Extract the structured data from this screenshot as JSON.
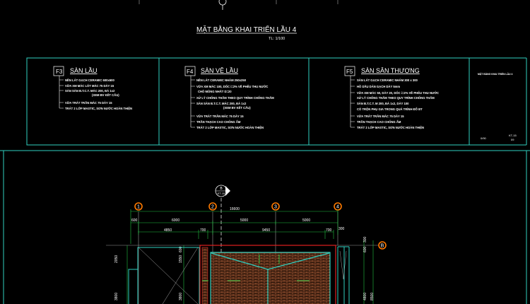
{
  "title": {
    "main": "MẶT BẰNG KHAI TRIỂN LẦU 4",
    "scale": "TL: 1/100"
  },
  "panels": [
    {
      "code": "F3",
      "heading": "SÀN LẦU",
      "items": [
        "NỀN LÁT GẠCH CERAMIC 600x600",
        "VỮA XM MÁC LÓT MÁC 75 DÀY 15",
        "SÀN SÀN B.T.C.T. MÁC 200, ĐÁ 1x2",
        "(XEM BV KẾT CẤU)",
        "VỮA TRÁT TRẦN MÁC 75 DÀY 15",
        "TRÁT 2 LỚP MASTIC, SƠN NƯỚC HOÀN THIỆN"
      ]
    },
    {
      "code": "F4",
      "heading": "SÀN VỆ LẦU",
      "items": [
        "NỀN LÁT CERAMIC NHÁM 250x250",
        "VỮA XM MÁC 100, DỐC i=2% VỀ PHỄU THU NƯỚC",
        "CHỖ MỎNG NHẤT D=20",
        "XỬ LÝ CHỐNG THẤM THEO QUY TRÌNH CHỐNG THẤM",
        "SÀN SÀN B.T.C.T. MÁC 200, ĐÁ 1x2",
        "(XEM BV KẾT CẤU)",
        "VỮA TRÁT TRẦN MÁC 75 DÀY 15",
        "TRẦN THẠCH CAO CHỐNG ẨM",
        "TRÁT 2 LỚP MASTIC, SƠN NƯỚC HOÀN THIỆN"
      ]
    },
    {
      "code": "F5",
      "heading": "SÀN SÂN THƯỢNG",
      "items": [
        "SÀN LÁT GẠCH CERAMIC NHÁM 300 x 300",
        "HỒ DẦU DÁN GẠCH DÀY 5mm",
        "VỮA XM MÁC 50, DÀY 20, DỐC i=2% VỀ PHỄU THU NƯỚC",
        "XỬ LÝ CHỐNG THẤM THEO QUY TRÌNH CHỐNG THẤM",
        "SÀN B.T.C.T. M 200, ĐÁ 1x2, DÀY 100",
        "CÓ TRỘN PHỤ GIA TRONG QUÁ TRÌNH ĐỔ BT",
        "VỮA TRÁT TRẦN MÁC 75 DÀY 15",
        "TRẦN THẠCH CAO CHỐNG ẨM",
        "TRÁT 2 LỚP MASTIC, SƠN NƯỚC HOÀN THIỆN"
      ]
    }
  ],
  "title_block": {
    "name": "MẶT BẰNG KHAI TRIỂN LẦU 4",
    "left": "0/90",
    "sheet": "KT-15",
    "sub": "09"
  },
  "section_mark": {
    "top": "B",
    "bottom": "KT-15"
  },
  "grid": [
    "1",
    "2",
    "3",
    "4",
    "B"
  ],
  "dims": {
    "overall": "16600",
    "row1": [
      "600",
      "6000",
      "5000",
      "5000"
    ],
    "row2": [
      "4850",
      "700",
      "9450",
      "700",
      "300"
    ],
    "right": [
      "300",
      "600",
      "4800",
      "8500"
    ],
    "left": [
      "2050",
      "1550",
      "3800",
      "600",
      "3800"
    ]
  },
  "colors": {
    "frame": "#2fd0c0",
    "wall": "#e02020",
    "dim": "#20c040",
    "bubble": "#ff7a00",
    "brick": "#a0522d"
  }
}
